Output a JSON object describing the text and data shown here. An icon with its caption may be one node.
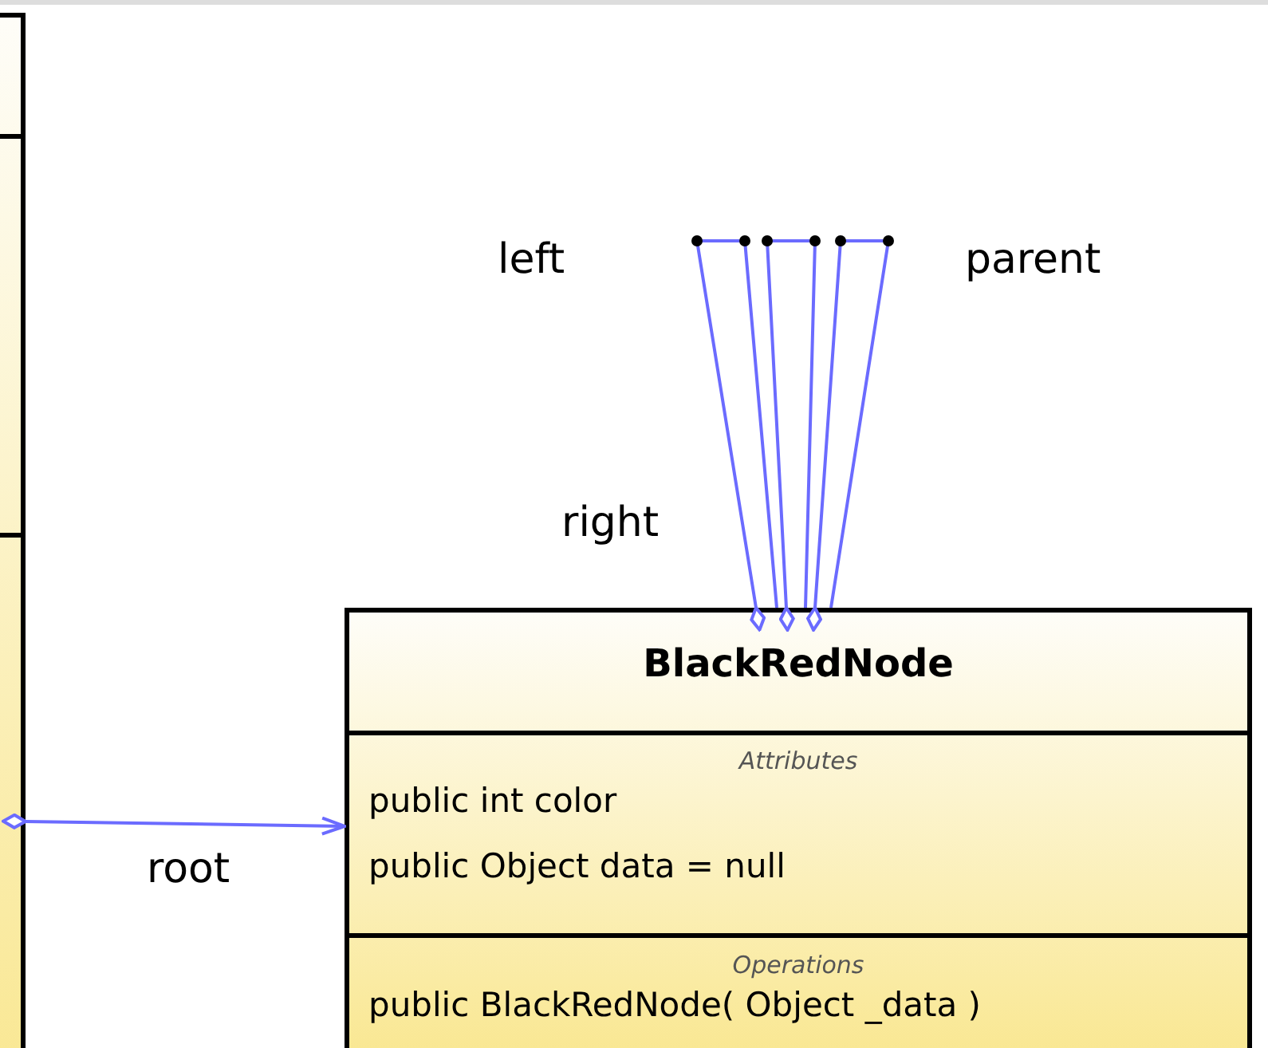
{
  "diagram": {
    "nodes": [
      {
        "text": [],
        "shape": "box"
      },
      {
        "text": [
          "BlackRedNode",
          "Attributes",
          "public int color",
          "public Object data = null",
          "Operations",
          "public BlackRedNode( Object _data )"
        ]
      }
    ],
    "edges": [
      {
        "from": 0,
        "to": 1,
        "arrow": "to",
        "label": "root"
      },
      {
        "from": 1,
        "to": 1,
        "arrow": "other",
        "label": "left"
      },
      {
        "from": 1,
        "to": 1,
        "arrow": "other",
        "label": "right"
      },
      {
        "from": 1,
        "to": 1,
        "arrow": "other",
        "label": "parent"
      }
    ]
  }
}
